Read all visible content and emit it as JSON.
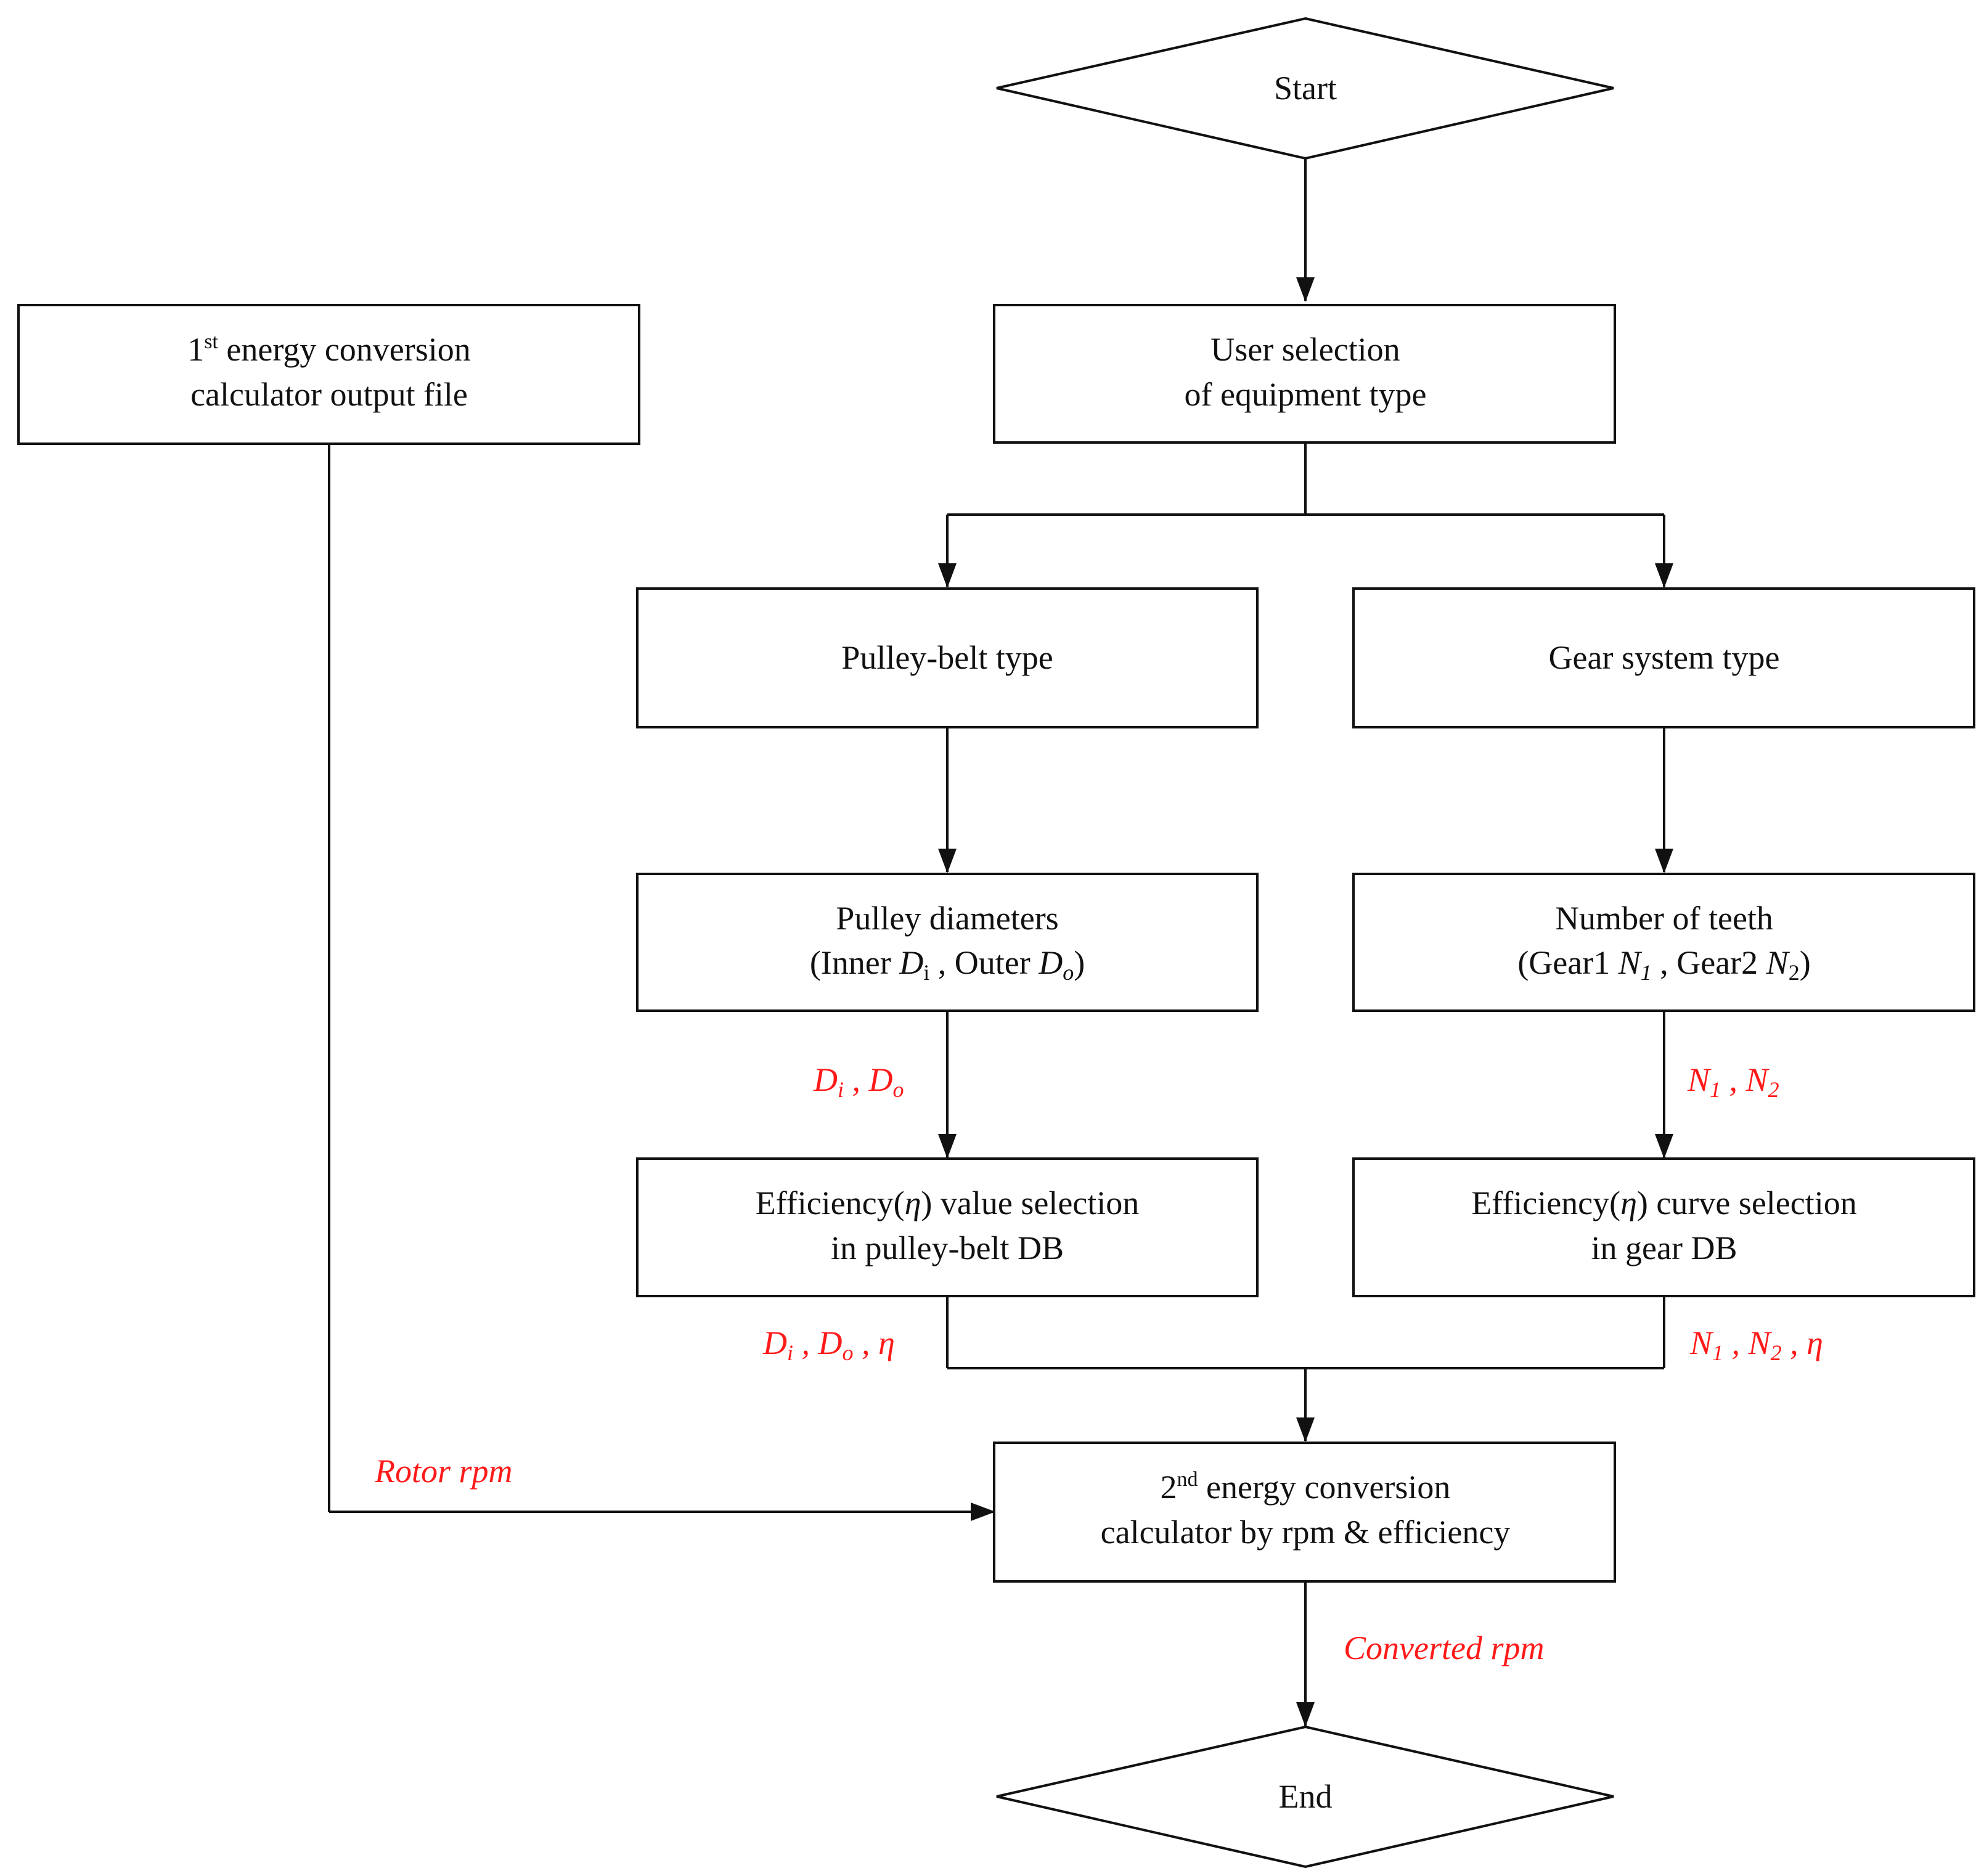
{
  "colors": {
    "stroke": "#111111",
    "text": "#111111",
    "edge_label": "#ff1a1a",
    "background": "#ffffff"
  },
  "nodes": {
    "start": {
      "label": "Start"
    },
    "end": {
      "label": "End"
    },
    "first_calc": {
      "line1_pre": "1",
      "line1_sup": "st",
      "line1_post": " energy conversion",
      "line2": "calculator output file"
    },
    "user_selection": {
      "line1": "User selection",
      "line2": "of equipment type"
    },
    "pulley_belt": {
      "label": "Pulley-belt type"
    },
    "gear_system": {
      "label": "Gear system type"
    },
    "pulley_diameters": {
      "line1": "Pulley diameters",
      "line2_a": "(Inner ",
      "sym_d": "D",
      "sub_i": "i",
      "line2_b": " , Outer ",
      "sub_o": "o",
      "line2_c": ")"
    },
    "teeth": {
      "line1": "Number of teeth",
      "line2_a": "(Gear1 ",
      "sym_n": "N",
      "sub_1": "1",
      "line2_b": " , Gear2 ",
      "sub_2": "2",
      "line2_c": ")"
    },
    "eff_pulley": {
      "line1_a": "Efficiency(",
      "eta": "η",
      "line1_b": ") value selection",
      "line2": "in pulley-belt DB"
    },
    "eff_gear": {
      "line1_a": "Efficiency(",
      "eta": "η",
      "line1_b": ") curve selection",
      "line2": "in gear DB"
    },
    "second_calc": {
      "line1_pre": "2",
      "line1_sup": "nd",
      "line1_post": " energy conversion",
      "line2": "calculator by rpm & efficiency"
    }
  },
  "edge_labels": {
    "d_pair": {
      "d": "D",
      "i": "i",
      "sep": " , ",
      "o": "o"
    },
    "n_pair": {
      "n": "N",
      "one": "1",
      "sep": " , ",
      "two": "2"
    },
    "d_eta": {
      "d": "D",
      "i": "i",
      "sep": " , ",
      "o": "o",
      "eta": "η"
    },
    "n_eta": {
      "n": "N",
      "one": "1",
      "sep": " , ",
      "two": "2",
      "eta": "η"
    },
    "rotor_rpm": "Rotor rpm",
    "converted_rpm": "Converted rpm"
  }
}
